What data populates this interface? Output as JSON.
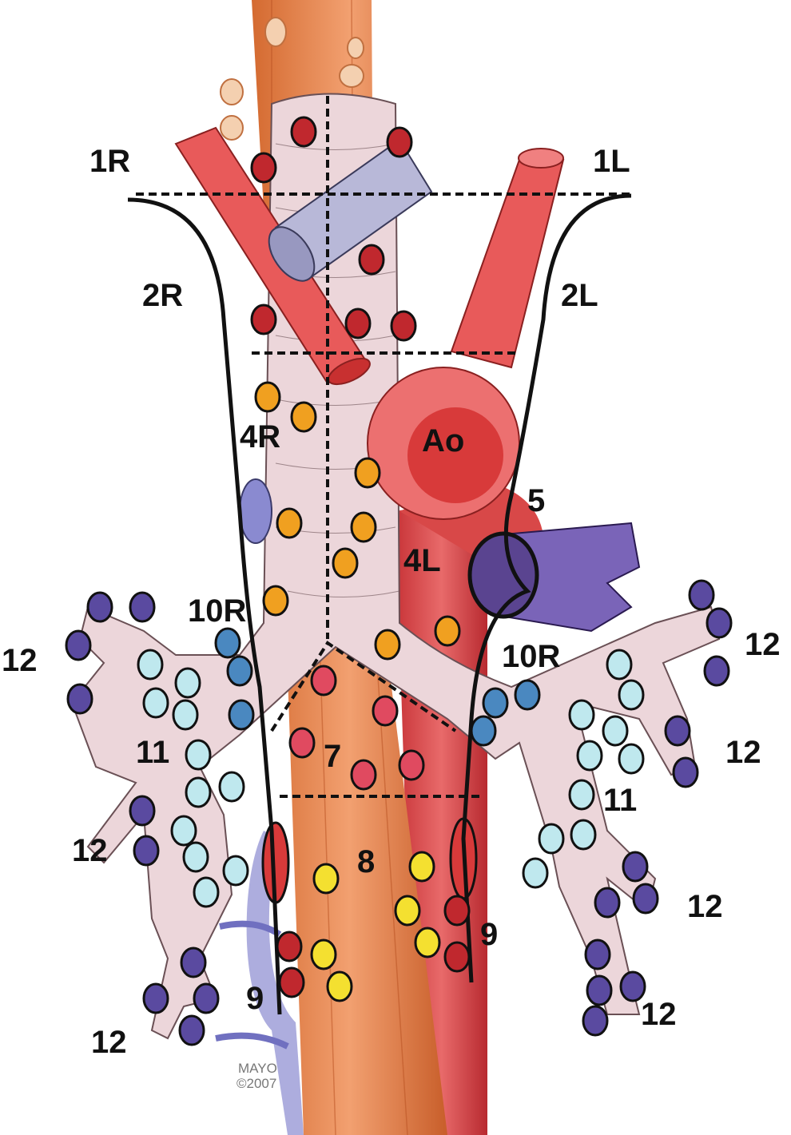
{
  "labels": {
    "station_1R": "1R",
    "station_1L": "1L",
    "station_2R": "2R",
    "station_2L": "2L",
    "station_4R": "4R",
    "station_4L": "4L",
    "aorta": "Ao",
    "station_5": "5",
    "station_10R_left": "10R",
    "station_10R_right": "10R",
    "station_11_left": "11",
    "station_11_right": "11",
    "station_7": "7",
    "station_8": "8",
    "station_9_right": "9",
    "station_9_left": "9",
    "station_12": [
      "12",
      "12",
      "12",
      "12",
      "12",
      "12",
      "12"
    ]
  },
  "credit": {
    "line1": "MAYO",
    "line2": "©2007"
  },
  "colors": {
    "esophagus": "#e08850",
    "aorta": "#e0555a",
    "trachea": "#ecd6da",
    "vein": "#8a7fc8",
    "svc": "#b8b8d8",
    "node_upper": "#c0282e",
    "node_4": "#f0a020",
    "node_10": "#4a88c0",
    "node_11": "#bfe8ee",
    "node_12": "#5a4aa0",
    "node_7": "#e04a60",
    "node_8": "#f4e030"
  }
}
